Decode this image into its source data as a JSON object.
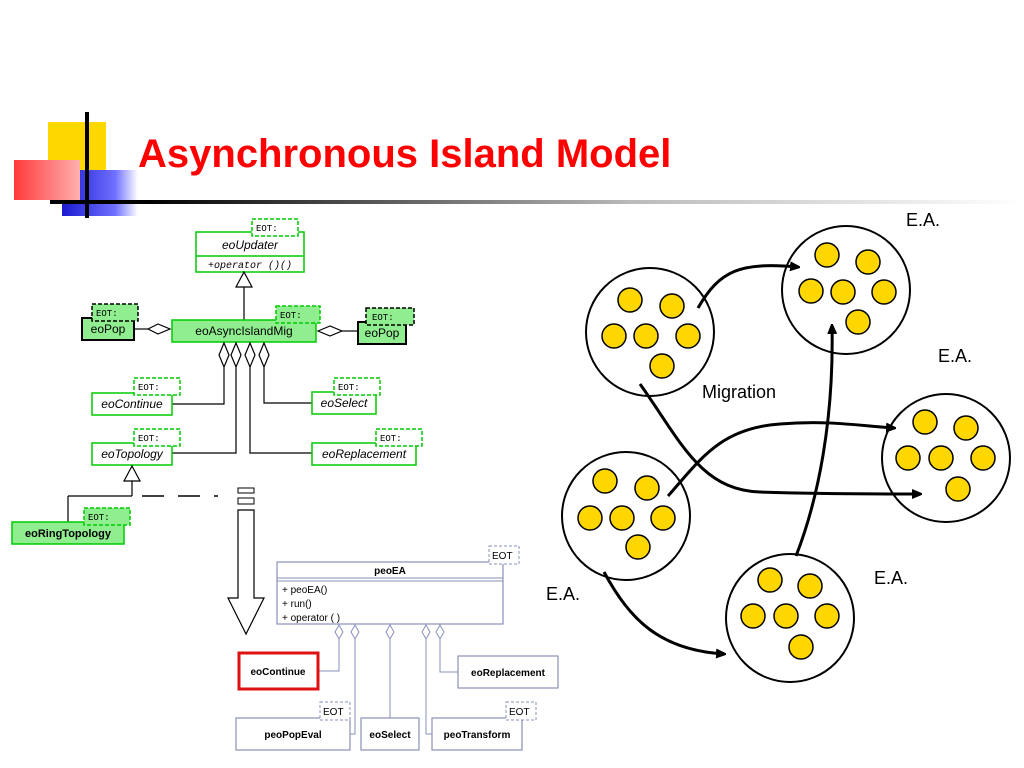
{
  "slide": {
    "title": "Asynchronous Island Model",
    "colors": {
      "title": "#ff0000",
      "green_box": "#90ee90",
      "green_border": "#00cc00",
      "individual": "#ffd700",
      "highlight_border": "#cc0000"
    }
  },
  "uml_top": {
    "eot_tag": "EOT:",
    "eo_updater": {
      "name": "eoUpdater",
      "method": "+operator ()()"
    },
    "eo_pop_left": "eoPop",
    "eo_async_island_mig": "eoAsyncIslandMig",
    "eo_pop_right": "eoPop",
    "eo_continue": "eoContinue",
    "eo_select": "eoSelect",
    "eo_topology": "eoTopology",
    "eo_replacement": "eoReplacement",
    "eo_ring_topology": "eoRingTopology"
  },
  "uml_bottom": {
    "eot_tag": "EOT",
    "peo_ea": {
      "name": "peoEA",
      "methods": [
        "+ peoEA()",
        "+ run()",
        "+ operator ( )"
      ]
    },
    "eo_continue": "eoContinue",
    "eo_replacement": "eoReplacement",
    "peo_pop_eval": "peoPopEval",
    "eo_select": "eoSelect",
    "peo_transform": "peoTransform"
  },
  "islands": {
    "labels": [
      "E.A.",
      "E.A.",
      "E.A.",
      "E.A."
    ],
    "migration_label": "Migration",
    "individual_icon": "yellow-circle"
  }
}
